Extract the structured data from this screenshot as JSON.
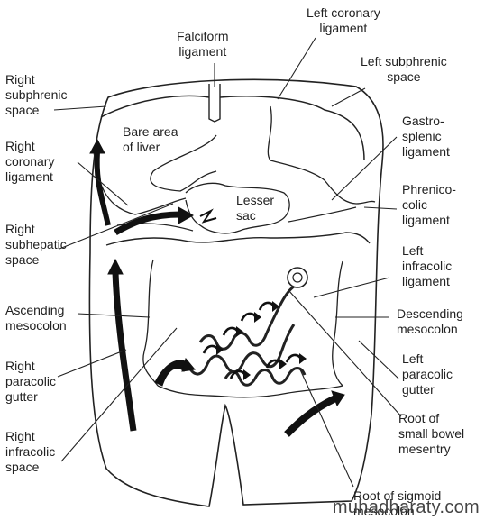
{
  "labels": {
    "falciform": "Falciform\nligament",
    "left_coronary": "Left coronary\nligament",
    "left_subphrenic": "Left subphrenic\nspace",
    "right_subphrenic": "Right\nsubphrenic\nspace",
    "bare_area": "Bare area\nof liver",
    "gastrosplenic": "Gastro-\nsplenic\nligament",
    "right_coronary": "Right\ncoronary\nligament",
    "phrenicocolic": "Phrenico-\ncolic\nligament",
    "lesser_sac": "Lesser\nsac",
    "right_subhepatic": "Right\nsubhepatic\nspace",
    "left_infracolic": "Left\ninfracolic\nligament",
    "ascending_mesocolon": "Ascending\nmesocolon",
    "descending_mesocolon": "Descending\nmesocolon",
    "right_paracolic": "Right\nparacolic\ngutter",
    "left_paracolic": "Left\nparacolic\ngutter",
    "right_infracolic": "Right\ninfracolic\nspace",
    "root_small_bowel": "Root of\nsmall bowel\nmesentry",
    "root_sigmoid": "Root of sigmoid\nmesocolon"
  },
  "watermark": "muhadharaty.com"
}
